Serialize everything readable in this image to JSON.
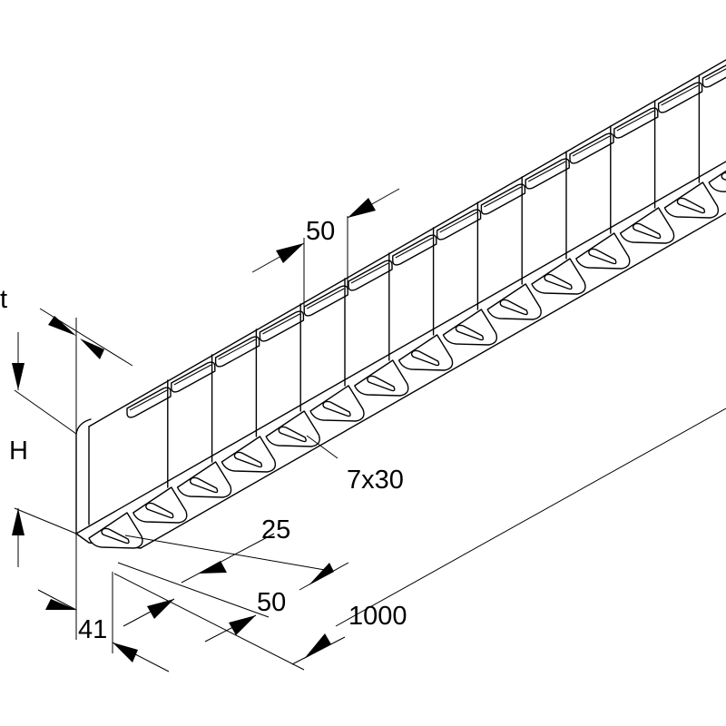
{
  "diagram": {
    "dimensions": {
      "t": "t",
      "H": "H",
      "d50_top": "50",
      "d7x30": "7x30",
      "d25": "25",
      "d50_bottom": "50",
      "d41": "41",
      "d1000": "1000"
    },
    "tab_count": 15,
    "line_color": "#000000",
    "background": "#ffffff"
  }
}
